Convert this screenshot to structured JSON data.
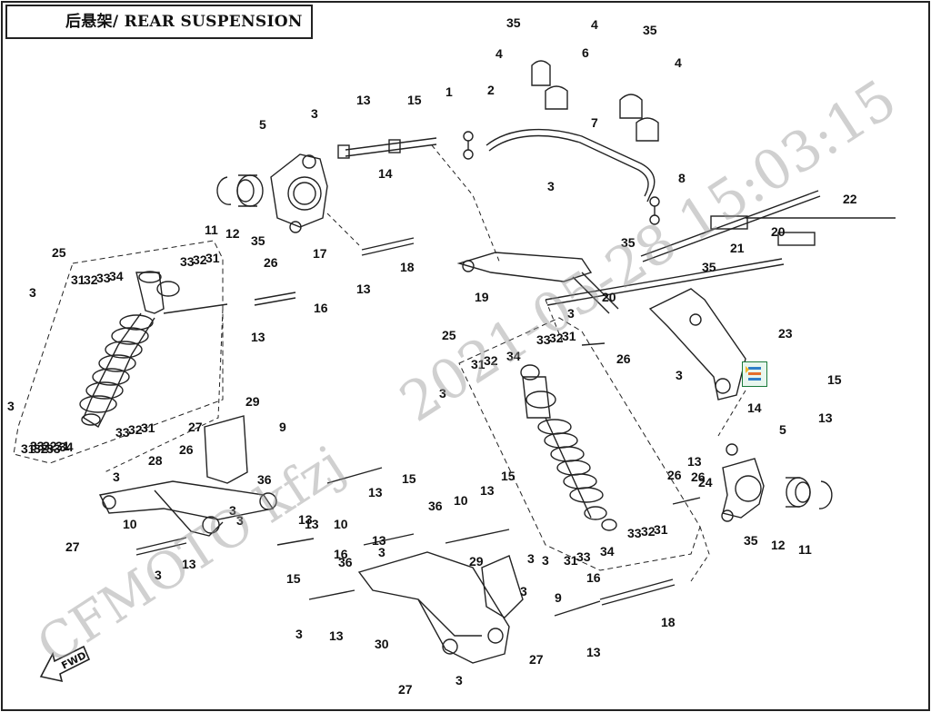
{
  "title": "后悬架/ REAR SUSPENSION",
  "watermark": {
    "date": "2021-05-28 15:03:15",
    "brand": "CFMOTO  kfzj"
  },
  "fwd_label": "FWD",
  "colors": {
    "line": "#222222",
    "watermark": "#969696",
    "background": "#ffffff"
  },
  "callouts": [
    {
      "id": "c1",
      "text": "35"
    },
    {
      "id": "c2",
      "text": "4"
    },
    {
      "id": "c3",
      "text": "4"
    },
    {
      "id": "c4",
      "text": "35"
    },
    {
      "id": "c5",
      "text": "4"
    },
    {
      "id": "c6",
      "text": "6"
    },
    {
      "id": "c7",
      "text": "7"
    },
    {
      "id": "c8",
      "text": "1"
    },
    {
      "id": "c9",
      "text": "2"
    },
    {
      "id": "c10",
      "text": "13"
    },
    {
      "id": "c11",
      "text": "15"
    },
    {
      "id": "c12",
      "text": "3"
    },
    {
      "id": "c13",
      "text": "5"
    },
    {
      "id": "c14",
      "text": "14"
    },
    {
      "id": "c15",
      "text": "3"
    },
    {
      "id": "c16",
      "text": "8"
    },
    {
      "id": "c17",
      "text": "22"
    },
    {
      "id": "c18",
      "text": "11"
    },
    {
      "id": "c19",
      "text": "12"
    },
    {
      "id": "c20",
      "text": "35"
    },
    {
      "id": "c21",
      "text": "17"
    },
    {
      "id": "c22",
      "text": "18"
    },
    {
      "id": "c23",
      "text": "13"
    },
    {
      "id": "c24",
      "text": "20"
    },
    {
      "id": "c25",
      "text": "21"
    },
    {
      "id": "c26",
      "text": "35"
    },
    {
      "id": "c27",
      "text": "35"
    },
    {
      "id": "c28",
      "text": "19"
    },
    {
      "id": "c29",
      "text": "20"
    },
    {
      "id": "c30",
      "text": "3"
    },
    {
      "id": "c31",
      "text": "23"
    },
    {
      "id": "c32",
      "text": "25"
    },
    {
      "id": "c33",
      "text": "31"
    },
    {
      "id": "c34",
      "text": "32"
    },
    {
      "id": "c35",
      "text": "33"
    },
    {
      "id": "c36",
      "text": "34"
    },
    {
      "id": "c37",
      "text": "33"
    },
    {
      "id": "c38",
      "text": "32"
    },
    {
      "id": "c39",
      "text": "31"
    },
    {
      "id": "c40",
      "text": "26"
    },
    {
      "id": "c41",
      "text": "16"
    },
    {
      "id": "c42",
      "text": "13"
    },
    {
      "id": "c43",
      "text": "3"
    },
    {
      "id": "c44",
      "text": "3"
    },
    {
      "id": "c45",
      "text": "31"
    },
    {
      "id": "c46",
      "text": "32"
    },
    {
      "id": "c47",
      "text": "33"
    },
    {
      "id": "c48",
      "text": "34"
    },
    {
      "id": "c49",
      "text": "33"
    },
    {
      "id": "c50",
      "text": "32"
    },
    {
      "id": "c51",
      "text": "31"
    },
    {
      "id": "c52",
      "text": "25"
    },
    {
      "id": "c53",
      "text": "31"
    },
    {
      "id": "c54",
      "text": "32"
    },
    {
      "id": "c55",
      "text": "34"
    },
    {
      "id": "c56",
      "text": "33"
    },
    {
      "id": "c57",
      "text": "32"
    },
    {
      "id": "c58",
      "text": "31"
    },
    {
      "id": "c59",
      "text": "26"
    },
    {
      "id": "c60",
      "text": "3"
    },
    {
      "id": "c61",
      "text": "15"
    },
    {
      "id": "c62",
      "text": "3"
    },
    {
      "id": "c63",
      "text": "14"
    },
    {
      "id": "c64",
      "text": "13"
    },
    {
      "id": "c65",
      "text": "5"
    },
    {
      "id": "c66",
      "text": "13"
    },
    {
      "id": "c67",
      "text": "29"
    },
    {
      "id": "c68",
      "text": "27"
    },
    {
      "id": "c69",
      "text": "9"
    },
    {
      "id": "c70",
      "text": "26"
    },
    {
      "id": "c71",
      "text": "28"
    },
    {
      "id": "c72",
      "text": "3"
    },
    {
      "id": "c73",
      "text": "36"
    },
    {
      "id": "c74",
      "text": "15"
    },
    {
      "id": "c75",
      "text": "13"
    },
    {
      "id": "c76",
      "text": "10"
    },
    {
      "id": "c77",
      "text": "3"
    },
    {
      "id": "c78",
      "text": "13"
    },
    {
      "id": "c79",
      "text": "27"
    },
    {
      "id": "c80",
      "text": "3"
    },
    {
      "id": "c81",
      "text": "13"
    },
    {
      "id": "c82",
      "text": "15"
    },
    {
      "id": "c83",
      "text": "10"
    },
    {
      "id": "c84",
      "text": "36"
    },
    {
      "id": "c85",
      "text": "10"
    },
    {
      "id": "c86",
      "text": "13"
    },
    {
      "id": "c87",
      "text": "15"
    },
    {
      "id": "c88",
      "text": "31"
    },
    {
      "id": "c89",
      "text": "33"
    },
    {
      "id": "c90",
      "text": "34"
    },
    {
      "id": "c91",
      "text": "33"
    },
    {
      "id": "c92",
      "text": "32"
    },
    {
      "id": "c93",
      "text": "31"
    },
    {
      "id": "c94",
      "text": "26"
    },
    {
      "id": "c95",
      "text": "24"
    },
    {
      "id": "c96",
      "text": "35"
    },
    {
      "id": "c97",
      "text": "12"
    },
    {
      "id": "c98",
      "text": "11"
    },
    {
      "id": "c99",
      "text": "36"
    },
    {
      "id": "c100",
      "text": "3"
    },
    {
      "id": "c101",
      "text": "29"
    },
    {
      "id": "c102",
      "text": "3"
    },
    {
      "id": "c103",
      "text": "16"
    },
    {
      "id": "c104",
      "text": "9"
    },
    {
      "id": "c105",
      "text": "3"
    },
    {
      "id": "c106",
      "text": "13"
    },
    {
      "id": "c107",
      "text": "30"
    },
    {
      "id": "c108",
      "text": "27"
    },
    {
      "id": "c109",
      "text": "13"
    },
    {
      "id": "c110",
      "text": "18"
    },
    {
      "id": "c111",
      "text": "3"
    },
    {
      "id": "c112",
      "text": "27"
    },
    {
      "id": "c113",
      "text": "3"
    },
    {
      "id": "c114",
      "text": "13"
    },
    {
      "id": "c115",
      "text": "3"
    },
    {
      "id": "c116",
      "text": "3"
    },
    {
      "id": "c117",
      "text": "13"
    },
    {
      "id": "c118",
      "text": "16"
    },
    {
      "id": "c119",
      "text": "33"
    },
    {
      "id": "c120",
      "text": "32"
    },
    {
      "id": "c121",
      "text": "31"
    },
    {
      "id": "c122",
      "text": "26"
    }
  ]
}
